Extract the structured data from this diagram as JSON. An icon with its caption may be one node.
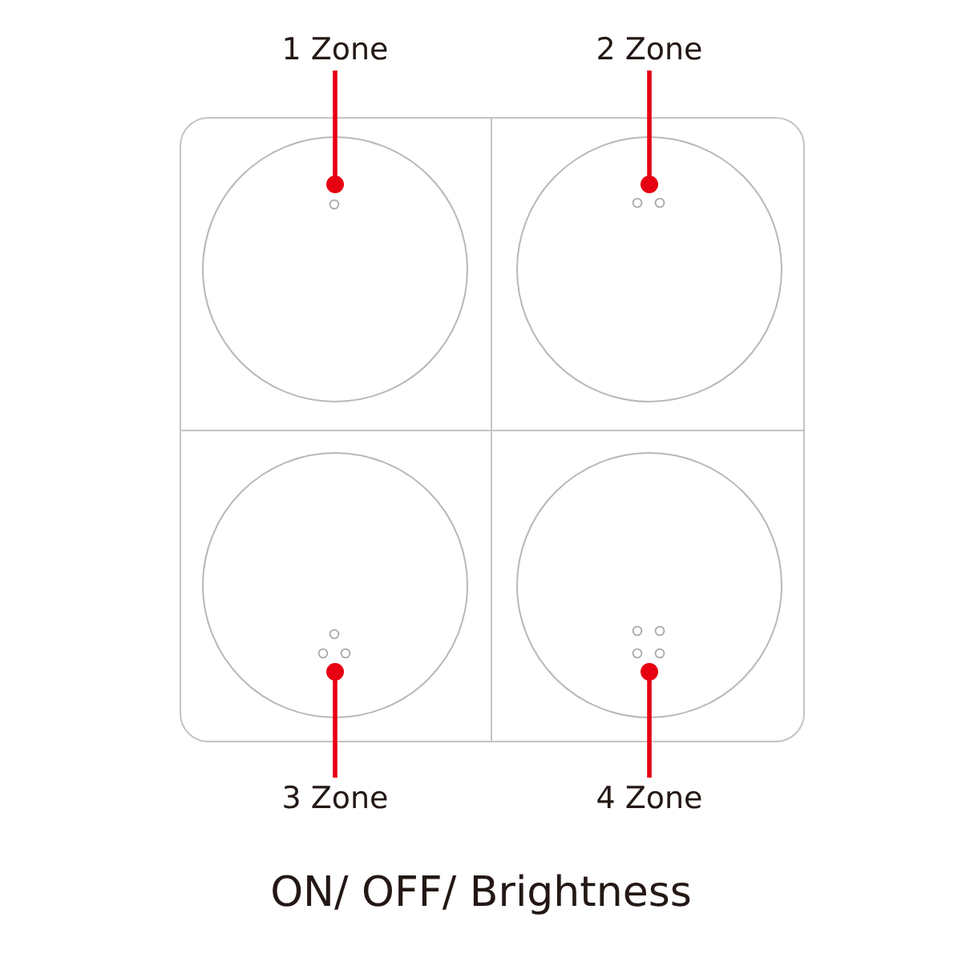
{
  "diagram": {
    "caption": "ON/ OFF/ Brightness",
    "nodes": [
      {
        "text": [],
        "shape": "box"
      },
      {
        "text": [],
        "shape": "box"
      },
      {
        "text": [],
        "shape": "box"
      },
      {
        "text": [],
        "shape": "box"
      },
      {
        "text": [],
        "shape": "circle",
        "in": 0
      },
      {
        "text": [],
        "shape": "circle",
        "in": 1
      },
      {
        "text": [],
        "shape": "circle",
        "in": 2
      },
      {
        "text": [],
        "shape": "circle",
        "in": 3
      },
      {
        "text": [
          "1 Zone"
        ]
      },
      {
        "text": [
          "2 Zone"
        ]
      },
      {
        "text": [
          "3 Zone"
        ]
      },
      {
        "text": [
          "4 Zone"
        ]
      }
    ],
    "edges": [
      {
        "from": 8,
        "to": 4,
        "arrow": "other",
        "color": "#e60012"
      },
      {
        "from": 9,
        "to": 5,
        "arrow": "other",
        "color": "#e60012"
      },
      {
        "from": 10,
        "to": 6,
        "arrow": "other",
        "color": "#e60012"
      },
      {
        "from": 11,
        "to": 7,
        "arrow": "other",
        "color": "#e60012"
      }
    ]
  }
}
